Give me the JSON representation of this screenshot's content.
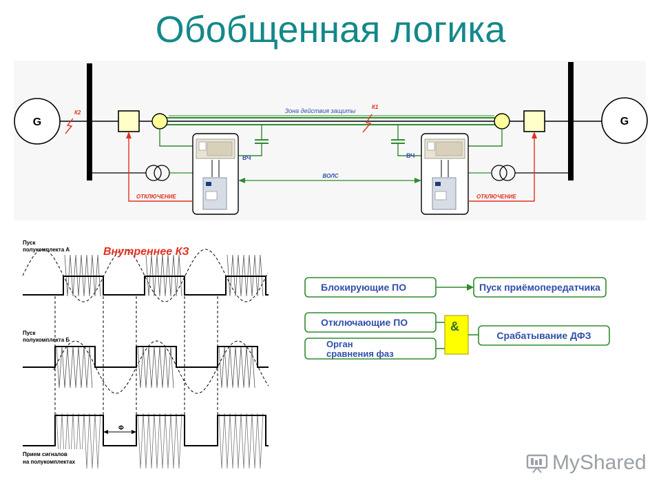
{
  "title": "Обобщенная логика",
  "top_scheme": {
    "gen_left": "G",
    "gen_right": "G",
    "fault_k2": "К2",
    "fault_k1": "К1",
    "zone": "Зона действия защиты",
    "hf_left": "ВЧ",
    "hf_right": "ВЧ",
    "fiber": "ВОЛС",
    "trip_left": "ОТКЛЮЧЕНИЕ",
    "trip_right": "ОТКЛЮЧЕНИЕ"
  },
  "waveform": {
    "title": "Внутреннее КЗ",
    "label_a_line1": "Пуск",
    "label_a_line2": "полукомплекта А",
    "label_b_line1": "Пуск",
    "label_b_line2": "полукомплекта Б",
    "phi": "Ф",
    "label_c_line1": "Прием сигналов",
    "label_c_line2": "на полукомплектах"
  },
  "logic": {
    "blocking": "Блокирующие ПО",
    "tx_start": "Пуск приёмопередатчика",
    "tripping": "Отключающие ПО",
    "phase_line1": "Орган",
    "phase_line2": "сравнения фаз",
    "and": "&",
    "dfz": "Срабатывание ДФЗ"
  },
  "watermark": "MyShared",
  "colors": {
    "title": "#14888a",
    "green": "#2e8b2e",
    "red": "#e0301e",
    "blue_text": "#2f4fa8",
    "and_gate": "#ffff00",
    "watermark": "#9aa0a6"
  }
}
